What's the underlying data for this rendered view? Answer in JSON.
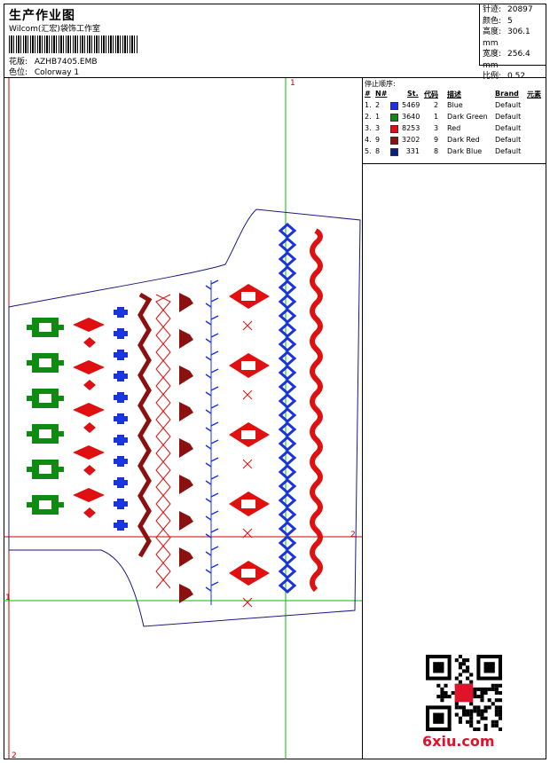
{
  "header": {
    "title": "生产作业图",
    "company": "Wilcom(汇宏)袋饰工作室",
    "design_label": "花版:",
    "design_value": "AZHB7405.EMB",
    "color_label": "色位:",
    "color_value": "Colorway 1"
  },
  "stats": [
    {
      "k": "针迹:",
      "v": "20897"
    },
    {
      "k": "颜色:",
      "v": "5"
    },
    {
      "k": "高度:",
      "v": "306.1 mm"
    },
    {
      "k": "宽度:",
      "v": "256.4 mm"
    },
    {
      "k": "比例:",
      "v": "0.52"
    }
  ],
  "stop_table": {
    "caption": "停止顺序:",
    "headers": [
      "#",
      "N#",
      "St.",
      "代码",
      "描述",
      "Brand",
      "元素"
    ],
    "rows": [
      {
        "n": "1.",
        "num": "2",
        "color": "#1a35e0",
        "st": "5469",
        "code": "2",
        "desc": "Blue",
        "brand": "Default"
      },
      {
        "n": "2.",
        "num": "1",
        "color": "#0f8a12",
        "st": "3640",
        "code": "1",
        "desc": "Dark Green",
        "brand": "Default"
      },
      {
        "n": "3.",
        "num": "3",
        "color": "#e01010",
        "st": "8253",
        "code": "3",
        "desc": "Red",
        "brand": "Default"
      },
      {
        "n": "4.",
        "num": "9",
        "color": "#8b1010",
        "st": "3202",
        "code": "9",
        "desc": "Dark Red",
        "brand": "Default"
      },
      {
        "n": "5.",
        "num": "8",
        "color": "#0a1f80",
        "st": "331",
        "code": "8",
        "desc": "Dark Blue",
        "brand": "Default"
      }
    ]
  },
  "guides": {
    "label_top": "1",
    "label_right": "2",
    "label_left": "1",
    "label_bottom": "2"
  },
  "colors": {
    "green": "#0f8a12",
    "red": "#e01010",
    "dark_red": "#8b1010",
    "blue": "#1a35e0",
    "guide_green": "#00c000",
    "guide_red": "#d00000",
    "outline": "#1a1a80"
  },
  "watermark": {
    "text": "6xiu.com"
  },
  "icons": {
    "qr": "qr-code-icon"
  }
}
